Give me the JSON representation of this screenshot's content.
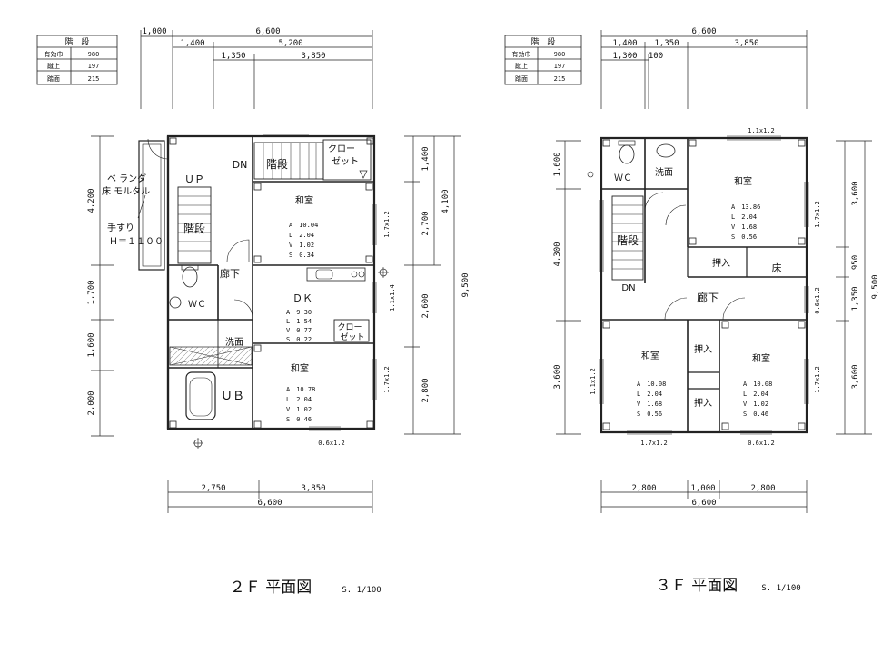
{
  "stair_table": {
    "header": "階　段",
    "rows": [
      {
        "label": "有効巾",
        "value": "980"
      },
      {
        "label": "蹴上",
        "value": "197"
      },
      {
        "label": "踏面",
        "value": "215"
      }
    ]
  },
  "plan2f": {
    "title": "２Ｆ 平面図",
    "scale": "S. 1/100",
    "dims_top": [
      "1,000",
      "6,600",
      "1,400",
      "5,200",
      "1,350",
      "3,850"
    ],
    "dims_bottom": [
      "2,750",
      "3,850",
      "6,600"
    ],
    "dims_left": [
      "4,200",
      "1,700",
      "1,600",
      "2,000"
    ],
    "dims_right": [
      "1,400",
      "2,700",
      "4,100",
      "2,600",
      "9,500",
      "2,800"
    ],
    "rooms": {
      "washitsu_upper": {
        "name": "和室",
        "A": "A　10.04",
        "L": "L　2.04",
        "V": "V　1.02",
        "S": "S　0.34"
      },
      "dk": {
        "name": "ＤＫ",
        "A": "A　9.30",
        "L": "L　1.54",
        "V": "V　0.77",
        "S": "S　0.22"
      },
      "washitsu_lower": {
        "name": "和室",
        "A": "A　10.78",
        "L": "L　2.04",
        "V": "V　1.02",
        "S": "S　0.46"
      }
    },
    "labels": {
      "dn": "DN",
      "stairs_top": "階段",
      "closet_top_1": "クロー",
      "closet_top_2": "ゼット",
      "up": "ＵＰ",
      "stairs_left": "階段",
      "hallway": "廊下",
      "wc": "ＷＣ",
      "washroom": "洗面",
      "ub": "ＵＢ",
      "closet_dk_1": "クロー",
      "closet_dk_2": "ゼット",
      "veranda_1": "ベ ランダ",
      "veranda_2": "床 モルタル",
      "handrail_1": "手すり",
      "handrail_2": "Ｈ＝１１００"
    },
    "windows": [
      "1.7x1.2",
      "1.1x1.4",
      "1.7x1.2",
      "0.6x1.2"
    ]
  },
  "plan3f": {
    "title": "３Ｆ 平面図",
    "scale": "S. 1/100",
    "dims_top": [
      "6,600",
      "1,400",
      "1,350",
      "3,850",
      "1,300",
      "100"
    ],
    "dims_bottom": [
      "2,800",
      "1,000",
      "2,800",
      "6,600"
    ],
    "dims_left": [
      "1,600",
      "4,300",
      "3,600"
    ],
    "dims_right": [
      "3,600",
      "950",
      "1,350",
      "9,500",
      "3,600"
    ],
    "rooms": {
      "washitsu_upper": {
        "name": "和室",
        "A": "A　13.86",
        "L": "L　2.04",
        "V": "V　1.68",
        "S": "S　0.56"
      },
      "washitsu_left": {
        "name": "和室",
        "A": "A　10.08",
        "L": "L　2.04",
        "V": "V　1.68",
        "S": "S　0.56"
      },
      "washitsu_right": {
        "name": "和室",
        "A": "A　10.08",
        "L": "L　2.04",
        "V": "V　1.02",
        "S": "S　0.46"
      }
    },
    "labels": {
      "wc": "ＷＣ",
      "washroom": "洗面",
      "stairs": "階段",
      "dn": "DN",
      "oshiire_top": "押入",
      "toko": "床",
      "hallway": "廊下",
      "oshiire_mid1": "押入",
      "oshiire_mid2": "押入"
    },
    "windows": [
      "1.1x1.2",
      "1.7x1.2",
      "0.6x1.2",
      "1.1x1.2",
      "1.7x1.2",
      "1.7x1.2",
      "0.6x1.2"
    ]
  }
}
